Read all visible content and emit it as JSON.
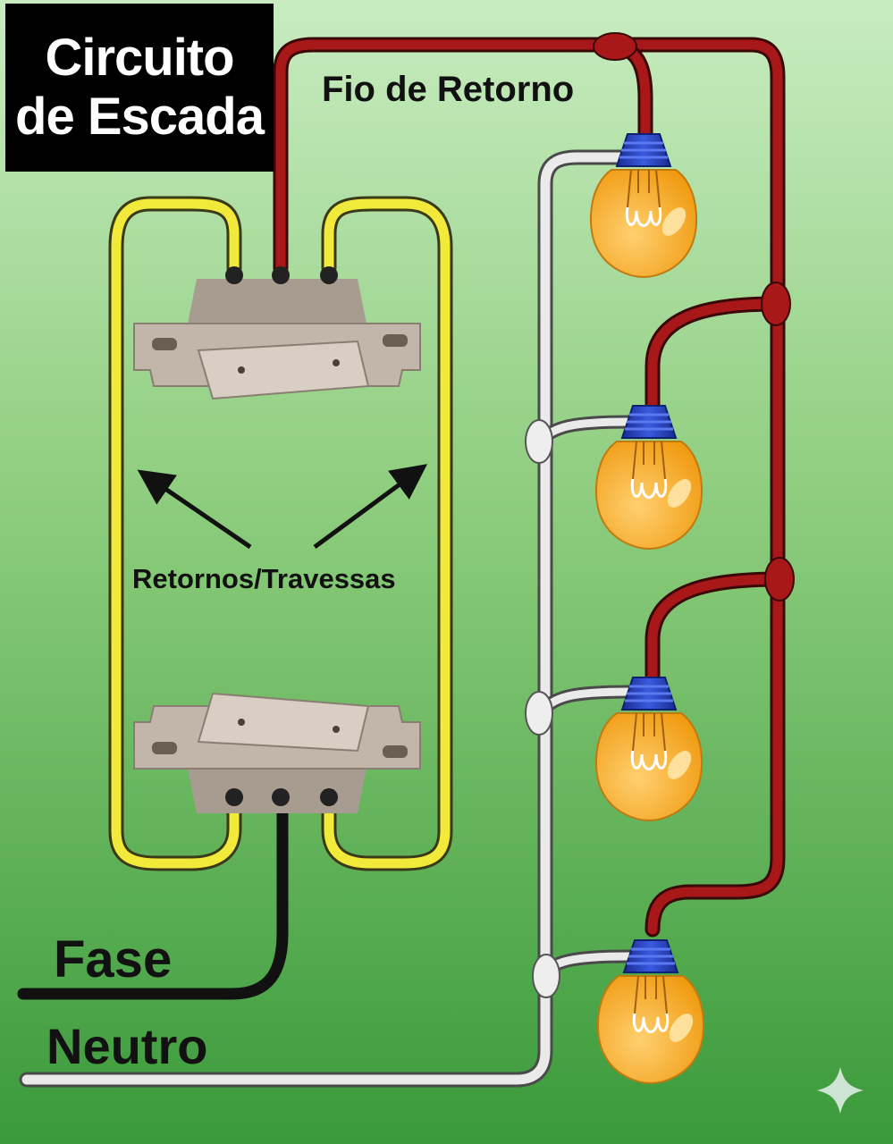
{
  "title": {
    "line1": "Circuito",
    "line2": "de Escada"
  },
  "labels": {
    "return_wire": "Fio de Retorno",
    "travellers": "Retornos/Travessas",
    "phase": "Fase",
    "neutral": "Neutro"
  },
  "colors": {
    "background_top": "#c8ecc0",
    "background_bottom": "#3a9a3a",
    "title_bg": "#000000",
    "title_text": "#ffffff",
    "traveller_wire": "#f2ea3a",
    "return_wire": "#a81818",
    "neutral_wire": "#eaeaea",
    "phase_wire": "#111111",
    "lamp_socket": "#2040c0",
    "lamp_glass": "#f5a51c",
    "switch_body": "#b8aca0"
  },
  "icons": {
    "switches": [
      "three-way-switch-icon",
      "three-way-switch-icon"
    ],
    "lamps": [
      "light-bulb-icon",
      "light-bulb-icon",
      "light-bulb-icon",
      "light-bulb-icon"
    ],
    "corner_mark": "sparkle-icon"
  }
}
